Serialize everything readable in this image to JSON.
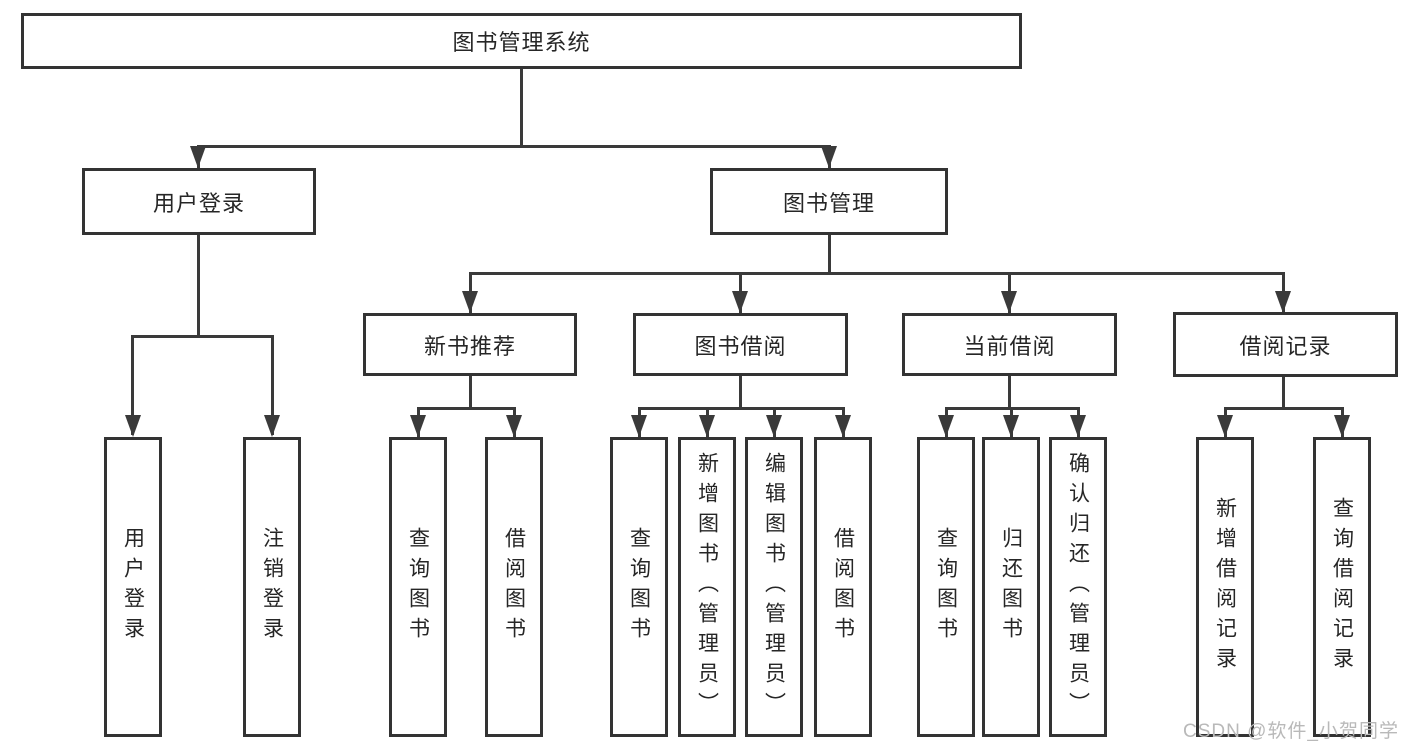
{
  "root": {
    "label": "图书管理系统"
  },
  "level2": {
    "user_login": {
      "label": "用户登录"
    },
    "book_mgmt": {
      "label": "图书管理"
    }
  },
  "level3": {
    "new_book_recommend": {
      "label": "新书推荐"
    },
    "book_borrow": {
      "label": "图书借阅"
    },
    "current_borrow": {
      "label": "当前借阅"
    },
    "borrow_record": {
      "label": "借阅记录"
    }
  },
  "leaves": {
    "user_login": "用户登录",
    "logout": "注销登录",
    "nb_query_book": "查询图书",
    "nb_borrow_book": "借阅图书",
    "bb_query_book": "查询图书",
    "bb_add_book": "新增图书（管理员）",
    "bb_edit_book": "编辑图书（管理员）",
    "bb_borrow_book": "借阅图书",
    "cb_query_book": "查询图书",
    "cb_return_book": "归还图书",
    "cb_confirm_return": "确认归还（管理员）",
    "br_add_record": "新增借阅记录",
    "br_query_record": "查询借阅记录"
  },
  "watermark": "CSDN @软件_小贺同学",
  "colors": {
    "line": "#3a3a3a",
    "box_border": "#333333",
    "text": "#262626",
    "background": "#ffffff",
    "watermark": "#b9b9b9"
  }
}
